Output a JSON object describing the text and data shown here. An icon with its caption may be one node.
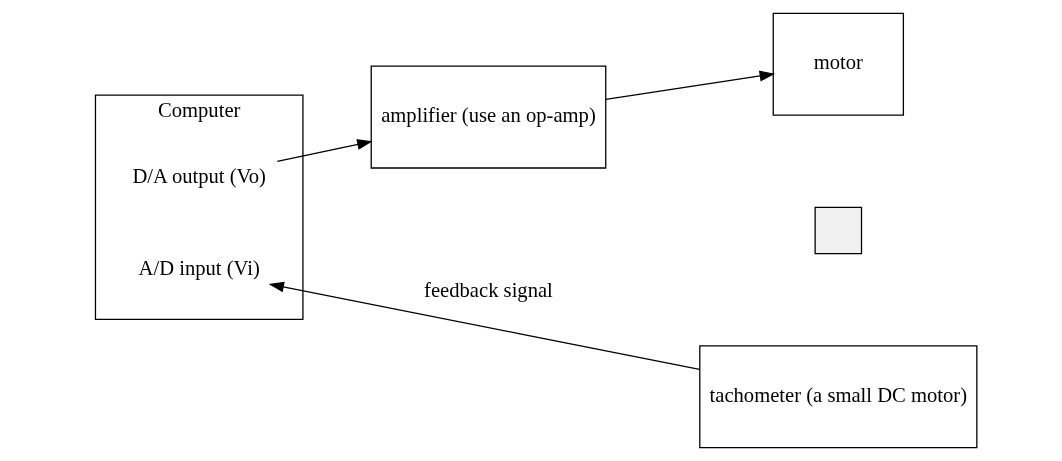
{
  "diagram": {
    "nodes": [
      {
        "text": [
          "Computer"
        ]
      },
      {
        "text": [
          "D/A output (Vo)"
        ],
        "in": 0
      },
      {
        "text": [
          "A/D input (Vi)"
        ],
        "in": 0
      },
      {
        "text": [
          "amplifier (use an op-amp)"
        ]
      },
      {
        "text": [
          "motor"
        ]
      },
      {
        "text": [],
        "shape": "bar"
      },
      {
        "text": [
          "tachometer (a small DC motor)"
        ]
      }
    ],
    "edges": [
      {
        "from": 1,
        "to": 3,
        "arrow": "to"
      },
      {
        "from": 3,
        "to": 4,
        "arrow": "to"
      },
      {
        "from": 6,
        "to": 2,
        "arrow": "to",
        "label": "feedback signal"
      }
    ]
  }
}
